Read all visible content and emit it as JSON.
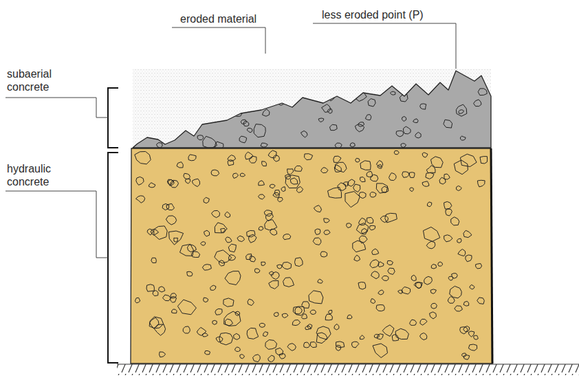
{
  "diagram": {
    "labels": [
      "eroded material",
      "less eroded point (P)",
      "subaerial concrete",
      "hydraulic concrete"
    ]
  }
}
